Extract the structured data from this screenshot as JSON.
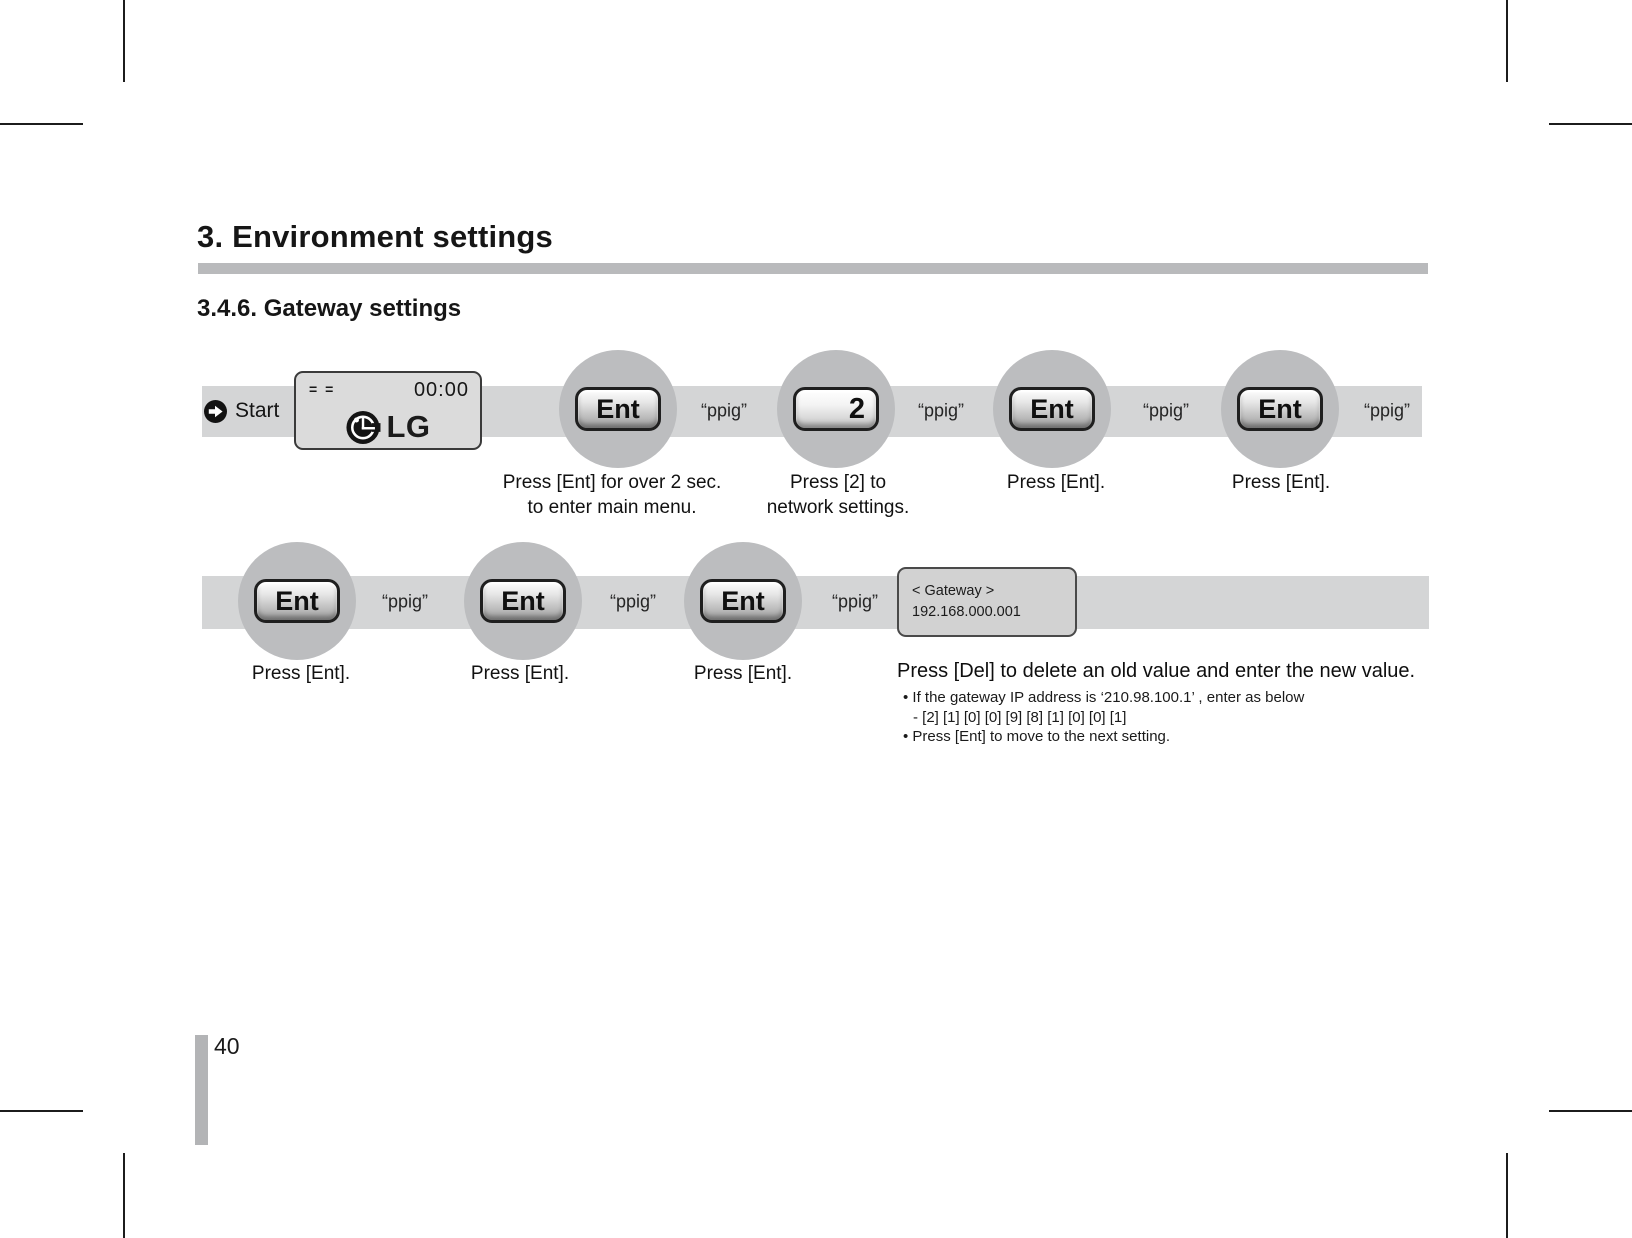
{
  "header": {
    "chapter": "3. Environment settings",
    "section": "3.4.6. Gateway settings"
  },
  "start": {
    "label": "Start"
  },
  "lcd": {
    "status": "= =",
    "time": "00:00",
    "brand": "LG"
  },
  "beep": "“ppig”",
  "row1": {
    "buttons": [
      {
        "label": "Ent",
        "caption": "Press [Ent] for over 2 sec.\nto enter main menu."
      },
      {
        "label": "2",
        "caption": "Press [2] to\nnetwork settings."
      },
      {
        "label": "Ent",
        "caption": "Press [Ent]."
      },
      {
        "label": "Ent",
        "caption": "Press [Ent]."
      }
    ]
  },
  "row2": {
    "buttons": [
      {
        "label": "Ent",
        "caption": "Press [Ent]."
      },
      {
        "label": "Ent",
        "caption": "Press [Ent]."
      },
      {
        "label": "Ent",
        "caption": "Press [Ent]."
      }
    ],
    "display": {
      "title": "< Gateway >",
      "value": "192.168.000.001"
    }
  },
  "instructions": {
    "heading": "Press [Del] to delete an old value and enter the new value.",
    "bullet1": "• If the gateway IP address is ‘210.98.100.1’ , enter as below",
    "bullet1_sub": "- [2] [1] [0] [0] [9] [8] [1] [0] [0] [1]",
    "bullet2": "• Press [Ent] to move to the next setting."
  },
  "footer": {
    "page_number": "40"
  },
  "colors": {
    "accent_bar": "#b9babc",
    "band": "#d4d5d6",
    "circle": "#bcbdbf",
    "lcd_fill": "#dbdbdb",
    "display_fill": "#d2d2d2",
    "sidebar_bar": "#b3b4b6"
  }
}
